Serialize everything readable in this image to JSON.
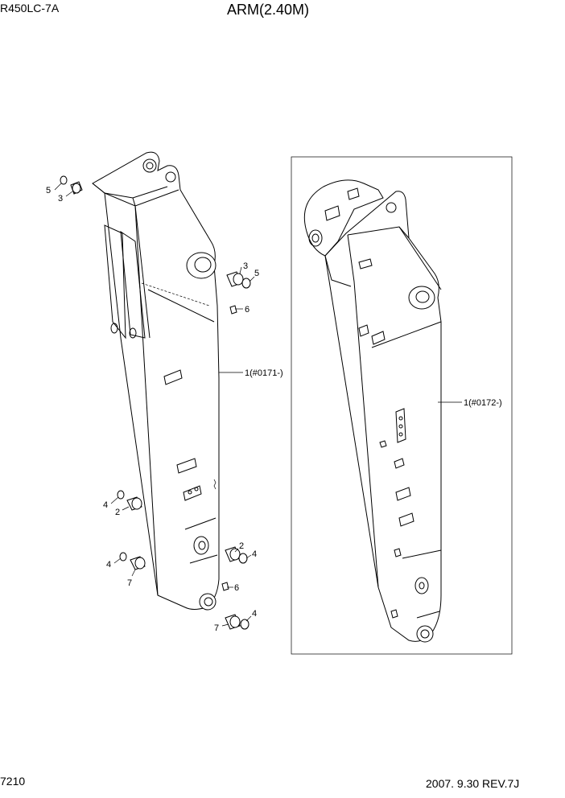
{
  "header": {
    "model": "R450LC-7A",
    "title": "ARM(2.40M)"
  },
  "footer": {
    "page_number": "7210",
    "revision": "2007. 9.30  REV.7J"
  },
  "callouts": {
    "left_arm": "1(#0171-)",
    "right_arm": "1(#0172-)",
    "c2": "2",
    "c3": "3",
    "c4": "4",
    "c5": "5",
    "c6": "6",
    "c7": "7"
  }
}
